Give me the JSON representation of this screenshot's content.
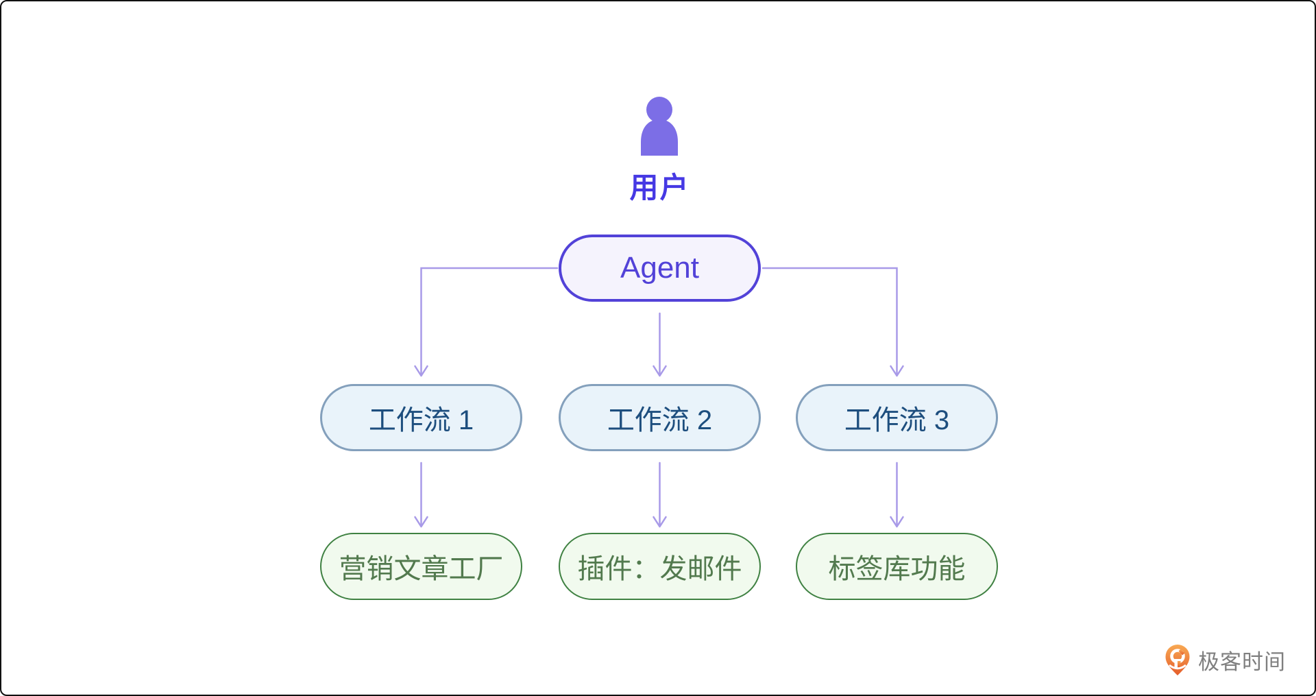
{
  "diagram": {
    "user": {
      "label": "用户"
    },
    "agent": {
      "label": "Agent"
    },
    "workflows": [
      {
        "label": "工作流 1"
      },
      {
        "label": "工作流 2"
      },
      {
        "label": "工作流 3"
      }
    ],
    "outputs": [
      {
        "label": "营销文章工厂"
      },
      {
        "label": "插件：发邮件"
      },
      {
        "label": "标签库功能"
      }
    ]
  },
  "branding": {
    "logo_text": "极客时间"
  },
  "palette": {
    "user_icon": "#7c6ee6",
    "user_label": "#4639e4",
    "agent_accent": "#5242d8",
    "agent_fill": "#f5f3fd",
    "workflow_border": "#84a0bc",
    "workflow_fill": "#e9f3fa",
    "workflow_text": "#1d4e7e",
    "output_border": "#3f8142",
    "output_fill": "#f1faee",
    "output_text": "#527a4e",
    "connector": "#a89ae8",
    "brand_orange_top": "#f8a953",
    "brand_orange_bottom": "#e55d2b",
    "brand_text_gray": "#7f7f7f"
  }
}
